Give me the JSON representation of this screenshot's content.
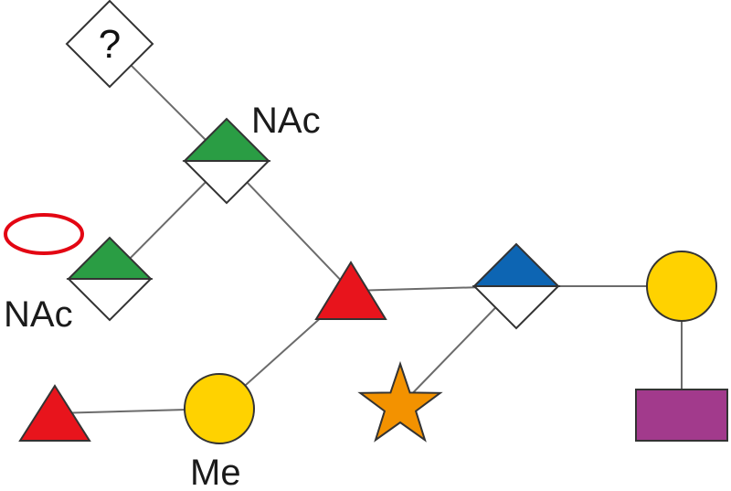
{
  "labels": {
    "top_nac": "NAc",
    "left_nac": "NAc",
    "me": "Me",
    "unknown": "?"
  },
  "colors": {
    "green": "#2a9d44",
    "red": "#e8141c",
    "blue": "#0d65b3",
    "yellow": "#ffd200",
    "orange": "#f39200",
    "purple": "#a23a8c",
    "white": "#ffffff",
    "ellipse_stroke": "#e30613",
    "edge": "#6b6b6b",
    "outline": "#333333"
  },
  "residues": [
    {
      "id": "unknown-diamond",
      "shape": "diamond",
      "fill": "white",
      "label": "?"
    },
    {
      "id": "top-half-diamond",
      "shape": "half-diamond",
      "fill": "green"
    },
    {
      "id": "left-half-diamond",
      "shape": "half-diamond",
      "fill": "green"
    },
    {
      "id": "center-triangle",
      "shape": "triangle",
      "fill": "red"
    },
    {
      "id": "blue-half-diamond",
      "shape": "half-diamond",
      "fill": "blue"
    },
    {
      "id": "right-circle",
      "shape": "circle",
      "fill": "yellow"
    },
    {
      "id": "purple-rectangle",
      "shape": "rectangle",
      "fill": "purple"
    },
    {
      "id": "orange-star",
      "shape": "star",
      "fill": "orange"
    },
    {
      "id": "bottom-circle",
      "shape": "circle",
      "fill": "yellow"
    },
    {
      "id": "bottom-left-triangle",
      "shape": "triangle",
      "fill": "red"
    },
    {
      "id": "red-ellipse",
      "shape": "ellipse",
      "fill": "white",
      "stroke": "ellipse_stroke"
    }
  ],
  "linkages": [
    [
      "unknown-diamond",
      "top-half-diamond"
    ],
    [
      "top-half-diamond",
      "left-half-diamond"
    ],
    [
      "top-half-diamond",
      "center-triangle"
    ],
    [
      "center-triangle",
      "blue-half-diamond"
    ],
    [
      "blue-half-diamond",
      "right-circle"
    ],
    [
      "right-circle",
      "purple-rectangle"
    ],
    [
      "blue-half-diamond",
      "orange-star"
    ],
    [
      "center-triangle",
      "bottom-circle"
    ],
    [
      "bottom-circle",
      "bottom-left-triangle"
    ]
  ]
}
